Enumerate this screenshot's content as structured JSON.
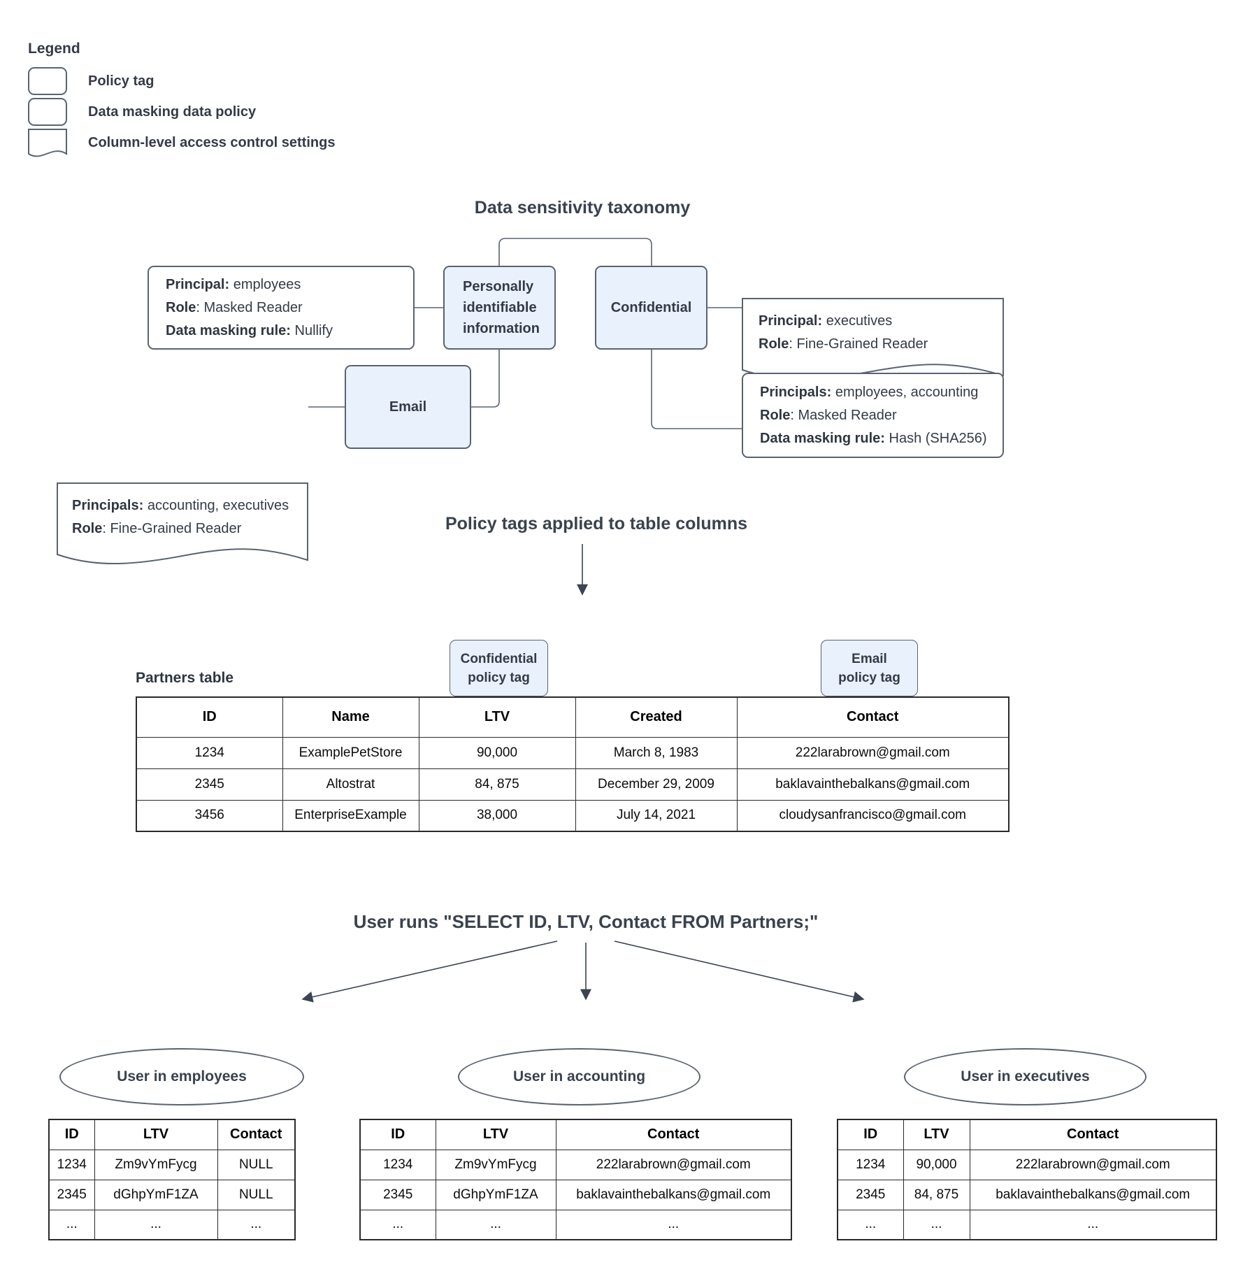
{
  "legend": {
    "title": "Legend",
    "items": [
      {
        "label": "Policy tag"
      },
      {
        "label": "Data masking data policy"
      },
      {
        "label": "Column-level access control settings"
      }
    ]
  },
  "taxonomy": {
    "title": "Data sensitivity taxonomy",
    "nodes": {
      "pii": "Personally identifiable information",
      "confidential": "Confidential",
      "email": "Email"
    },
    "notes": {
      "masking_employees": {
        "lines": [
          {
            "b": "Principal:",
            "t": " employees"
          },
          {
            "b": "Role",
            "t": ": Masked Reader"
          },
          {
            "b": "Data masking rule:",
            "t": " Nullify"
          }
        ]
      },
      "acl_executives": {
        "lines": [
          {
            "b": "Principal:",
            "t": " executives"
          },
          {
            "b": "Role",
            "t": ": Fine-Grained Reader"
          }
        ]
      },
      "acl_accounting_executives": {
        "lines": [
          {
            "b": "Principals:",
            "t": " accounting, executives"
          },
          {
            "b": "Role",
            "t": ": Fine-Grained Reader"
          }
        ]
      },
      "masking_hash": {
        "lines": [
          {
            "b": "Principals:",
            "t": " employees, accounting"
          },
          {
            "b": "Role",
            "t": ": Masked Reader"
          },
          {
            "b": "Data masking rule:",
            "t": " Hash (SHA256)"
          }
        ]
      }
    }
  },
  "policy_section": {
    "title": "Policy tags applied to table columns",
    "table_label": "Partners table",
    "confidential_tag": {
      "line1": "Confidential",
      "line2": "policy tag"
    },
    "email_tag": {
      "line1": "Email",
      "line2": "policy tag"
    },
    "partners_table": {
      "rows": [
        [
          "ID",
          "Name",
          "LTV",
          "Created",
          "Contact"
        ],
        [
          "1234",
          "ExamplePetStore",
          "90,000",
          "March 8, 1983",
          "222larabrown@gmail.com"
        ],
        [
          "2345",
          "Altostrat",
          "84, 875",
          "December 29, 2009",
          "baklavainthebalkans@gmail.com"
        ],
        [
          "3456",
          "EnterpriseExample",
          "38,000",
          "July 14, 2021",
          "cloudysanfrancisco@gmail.com"
        ]
      ]
    }
  },
  "query_section": {
    "title": "User runs \"SELECT ID, LTV, Contact FROM Partners;\"",
    "results": [
      {
        "group": "User in employees",
        "rows": [
          [
            "ID",
            "LTV",
            "Contact"
          ],
          [
            "1234",
            "Zm9vYmFycg",
            "NULL"
          ],
          [
            "2345",
            "dGhpYmF1ZA",
            "NULL"
          ],
          [
            "...",
            "...",
            "..."
          ]
        ]
      },
      {
        "group": "User in accounting",
        "rows": [
          [
            "ID",
            "LTV",
            "Contact"
          ],
          [
            "1234",
            "Zm9vYmFycg",
            "222larabrown@gmail.com"
          ],
          [
            "2345",
            "dGhpYmF1ZA",
            "baklavainthebalkans@gmail.com"
          ],
          [
            "...",
            "...",
            "..."
          ]
        ]
      },
      {
        "group": "User in executives",
        "rows": [
          [
            "ID",
            "LTV",
            "Contact"
          ],
          [
            "1234",
            "90,000",
            "222larabrown@gmail.com"
          ],
          [
            "2345",
            "84, 875",
            "baklavainthebalkans@gmail.com"
          ],
          [
            "...",
            "...",
            "..."
          ]
        ]
      }
    ]
  },
  "colors": {
    "policy_tag_fill": "#e9f1fc",
    "shape_border": "#5a6370",
    "text": "#343b46"
  }
}
